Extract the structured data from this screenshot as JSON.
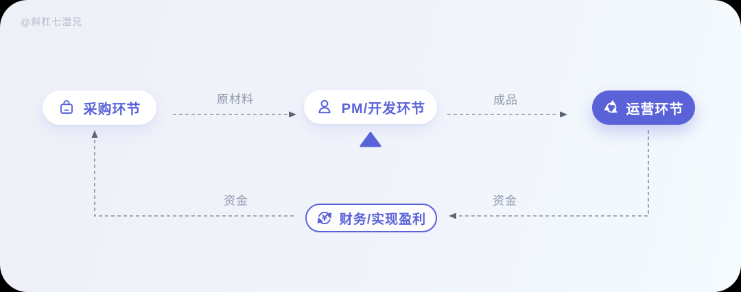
{
  "watermark": "@斜杠七湿兄",
  "colors": {
    "accent": "#5A62D8",
    "node_white_bg": "#FFFFFF",
    "arrow_line": "#8A90A3",
    "arrow_head": "#5F6577",
    "edge_label": "#9199AE",
    "watermark": "#B5BAC8",
    "background_start": "#EEF0F8",
    "background_end": "#F4FAFD"
  },
  "nodes": {
    "procurement": {
      "label": "采购环节",
      "icon": "bag-icon"
    },
    "development": {
      "label": "PM/开发环节",
      "icon": "user-icon"
    },
    "operations": {
      "label": "运营环节",
      "icon": "cycle-icon"
    },
    "finance": {
      "label": "财务/实现盈利",
      "icon": "yuan-cycle-icon"
    }
  },
  "edges": [
    {
      "from": "procurement",
      "to": "development",
      "label": "原材料"
    },
    {
      "from": "development",
      "to": "operations",
      "label": "成品"
    },
    {
      "from": "operations",
      "to": "finance",
      "label": "资金"
    },
    {
      "from": "finance",
      "to": "procurement",
      "label": "资金"
    }
  ]
}
